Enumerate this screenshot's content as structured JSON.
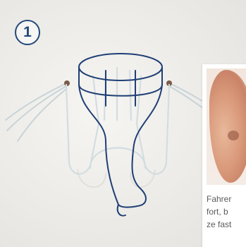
{
  "step": {
    "number": "1"
  },
  "side_text": {
    "line1": "Fahrer",
    "line2": "fort, b",
    "line3": "ze fast"
  },
  "colors": {
    "accent": "#23497a",
    "background": "#efedea",
    "text": "#5a5a5a"
  }
}
